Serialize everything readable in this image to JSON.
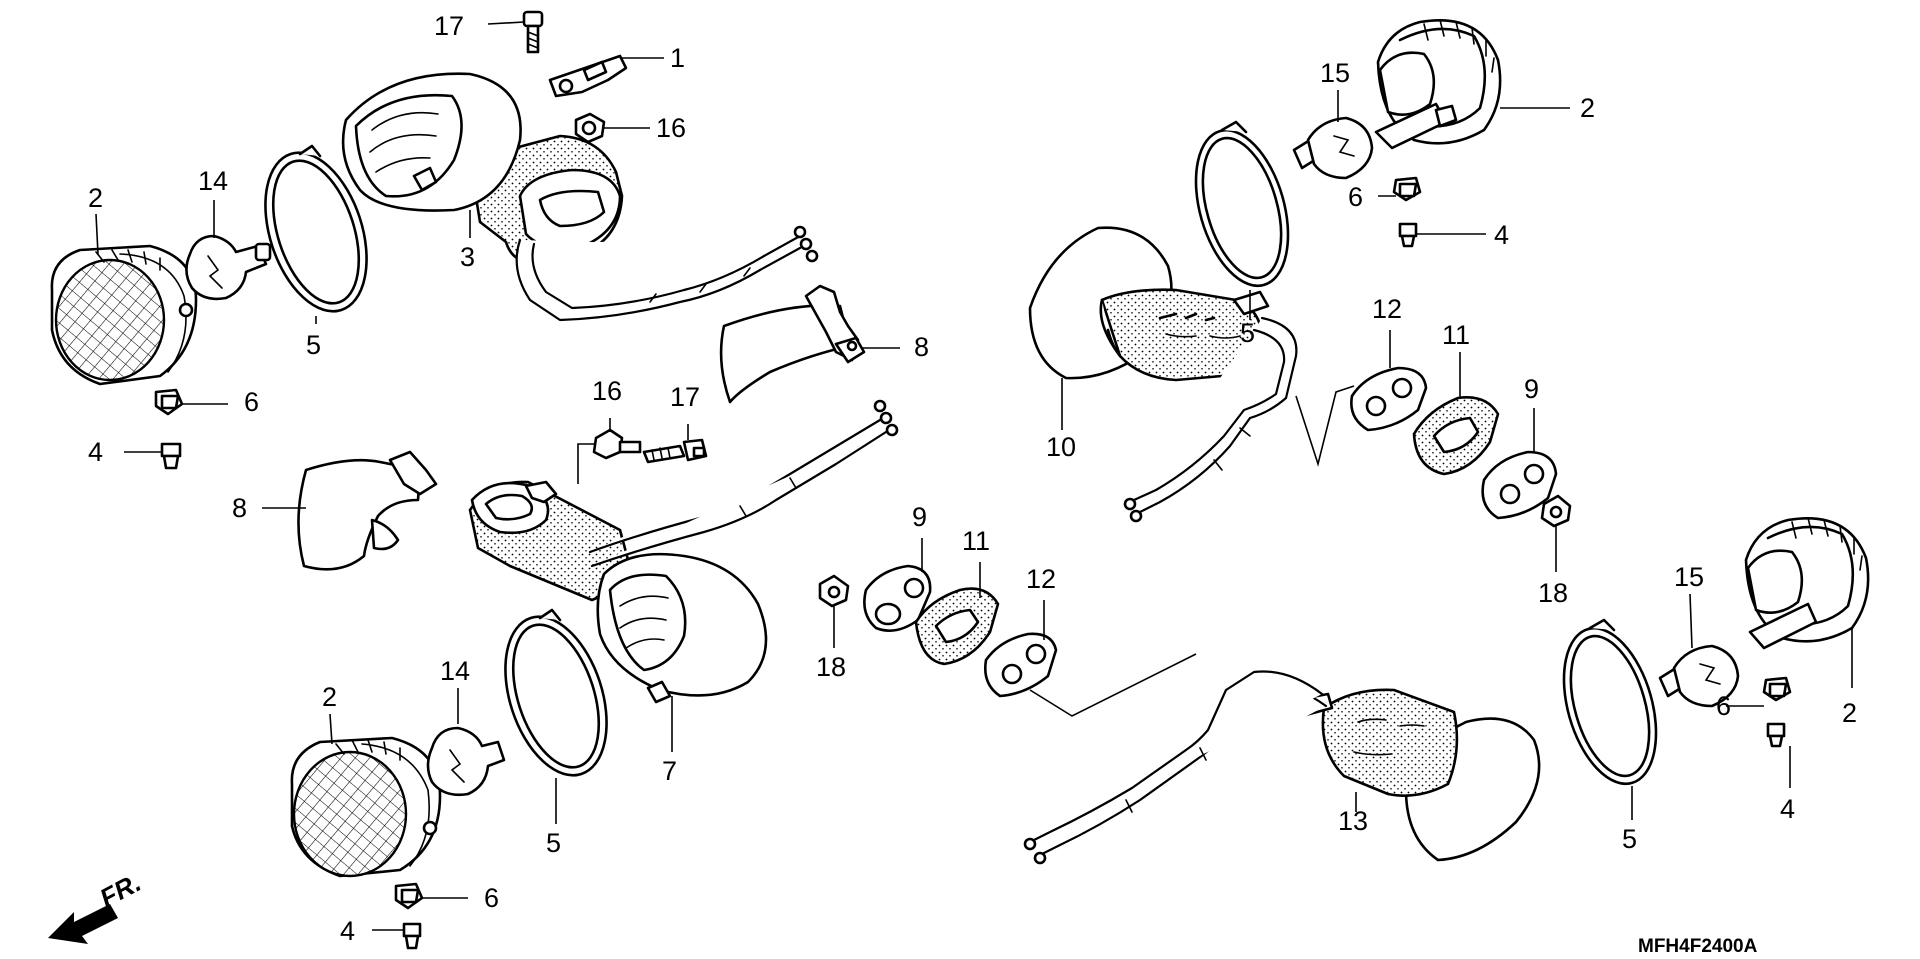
{
  "diagram": {
    "drawing_code": "MFH4F2400A",
    "direction_label": "FR.",
    "callouts": [
      {
        "id": "c17a",
        "text": "17"
      },
      {
        "id": "c1",
        "text": "1"
      },
      {
        "id": "c16a",
        "text": "16"
      },
      {
        "id": "c2a",
        "text": "2"
      },
      {
        "id": "c14a",
        "text": "14"
      },
      {
        "id": "c5a",
        "text": "5"
      },
      {
        "id": "c3",
        "text": "3"
      },
      {
        "id": "c6a",
        "text": "6"
      },
      {
        "id": "c4a",
        "text": "4"
      },
      {
        "id": "c8a",
        "text": "8"
      },
      {
        "id": "c16b",
        "text": "16"
      },
      {
        "id": "c17b",
        "text": "17"
      },
      {
        "id": "c8b",
        "text": "8"
      },
      {
        "id": "c2b",
        "text": "2"
      },
      {
        "id": "c14b",
        "text": "14"
      },
      {
        "id": "c5b",
        "text": "5"
      },
      {
        "id": "c7",
        "text": "7"
      },
      {
        "id": "c6b",
        "text": "6"
      },
      {
        "id": "c4b",
        "text": "4"
      },
      {
        "id": "c9a",
        "text": "9"
      },
      {
        "id": "c11a",
        "text": "11"
      },
      {
        "id": "c12a",
        "text": "12"
      },
      {
        "id": "c18a",
        "text": "18"
      },
      {
        "id": "c15a",
        "text": "15"
      },
      {
        "id": "c2c",
        "text": "2"
      },
      {
        "id": "c6c",
        "text": "6"
      },
      {
        "id": "c4c",
        "text": "4"
      },
      {
        "id": "c5c",
        "text": "5"
      },
      {
        "id": "c12b",
        "text": "12"
      },
      {
        "id": "c11b",
        "text": "11"
      },
      {
        "id": "c9b",
        "text": "9"
      },
      {
        "id": "c10",
        "text": "10"
      },
      {
        "id": "c18b",
        "text": "18"
      },
      {
        "id": "c15b",
        "text": "15"
      },
      {
        "id": "c2d",
        "text": "2"
      },
      {
        "id": "c6d",
        "text": "6"
      },
      {
        "id": "c4d",
        "text": "4"
      },
      {
        "id": "c5d",
        "text": "5"
      },
      {
        "id": "c13",
        "text": "13"
      }
    ]
  }
}
